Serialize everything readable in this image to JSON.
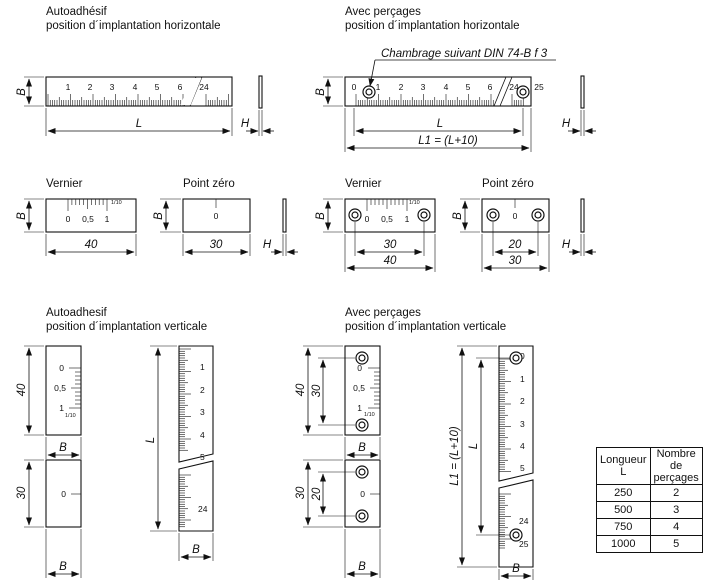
{
  "headings": {
    "top_left_1": "Autoadhésif",
    "top_left_2": "position d´implantation horizontale",
    "top_right_1": "Avec perçages",
    "top_right_2": "position d´implantation horizontale",
    "vernier": "Vernier",
    "point_zero": "Point zéro",
    "bottom_left_1": "Autoadhesif",
    "bottom_left_2": "position d´implantation verticale",
    "bottom_right_1": "Avec perçages",
    "bottom_right_2": "position d´implantation verticale"
  },
  "callout": "Chambrage suivant DIN 74-B f 3",
  "dims": {
    "B": "B",
    "L": "L",
    "H": "H",
    "L1": "L1 = (L+10)",
    "d40": "40",
    "d30": "30",
    "d20": "20"
  },
  "scale": {
    "h_labels": [
      "1",
      "2",
      "3",
      "4",
      "5",
      "6"
    ],
    "zero": "0",
    "end24": "24",
    "end25": "25",
    "vernier": [
      "0",
      "0,5",
      "1"
    ],
    "vernier_unit": "1/10"
  },
  "table": {
    "headers": [
      "Longueur L",
      "Nombre de perçages"
    ],
    "rows": [
      [
        "250",
        "2"
      ],
      [
        "500",
        "3"
      ],
      [
        "750",
        "4"
      ],
      [
        "1000",
        "5"
      ]
    ]
  }
}
